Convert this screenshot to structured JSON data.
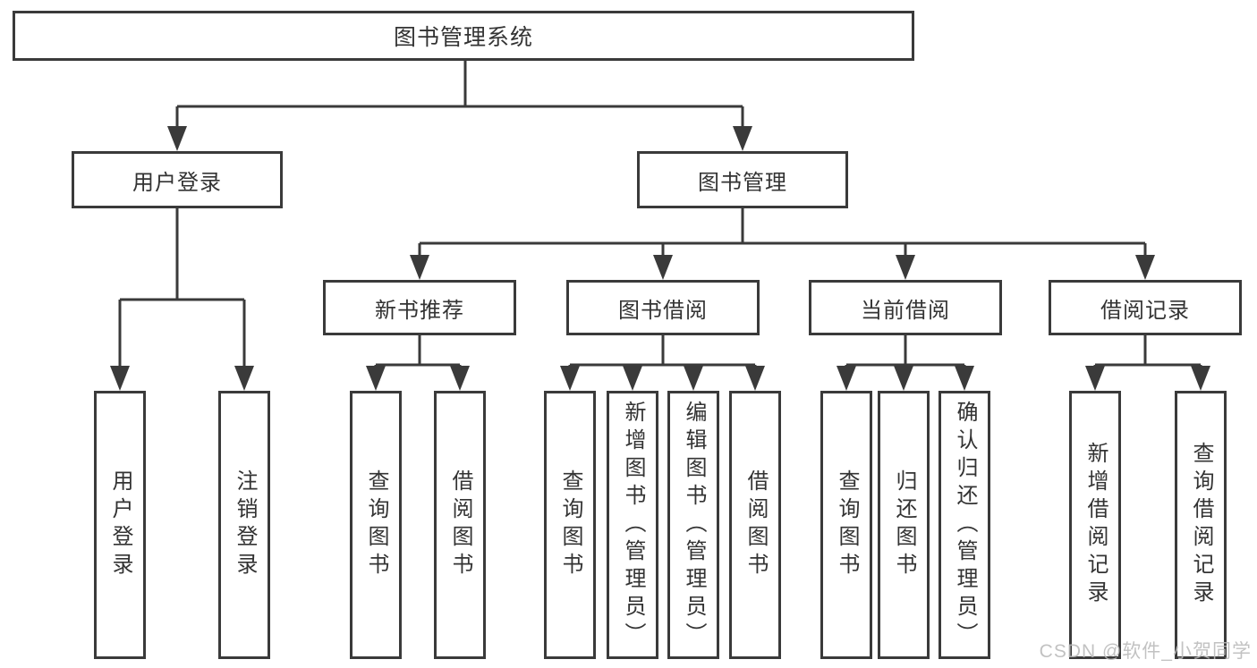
{
  "diagram": {
    "root": {
      "label": "图书管理系统",
      "children": [
        {
          "label": "用户登录",
          "children": [
            {
              "label": "用户登录"
            },
            {
              "label": "注销登录"
            }
          ]
        },
        {
          "label": "图书管理",
          "children": [
            {
              "label": "新书推荐",
              "children": [
                {
                  "label": "查询图书"
                },
                {
                  "label": "借阅图书"
                }
              ]
            },
            {
              "label": "图书借阅",
              "children": [
                {
                  "label": "查询图书"
                },
                {
                  "label": "新增图书（管理员）"
                },
                {
                  "label": "编辑图书（管理员）"
                },
                {
                  "label": "借阅图书"
                }
              ]
            },
            {
              "label": "当前借阅",
              "children": [
                {
                  "label": "查询图书"
                },
                {
                  "label": "归还图书"
                },
                {
                  "label": "确认归还（管理员）"
                }
              ]
            },
            {
              "label": "借阅记录",
              "children": [
                {
                  "label": "新增借阅记录"
                },
                {
                  "label": "查询借阅记录"
                }
              ]
            }
          ]
        }
      ]
    }
  },
  "watermark": {
    "text": "CSDN @软件_小贺同学"
  },
  "colors": {
    "line": "#3a3a3a",
    "text": "#333333",
    "background": "#ffffff",
    "watermark": "#b9b9b9"
  }
}
